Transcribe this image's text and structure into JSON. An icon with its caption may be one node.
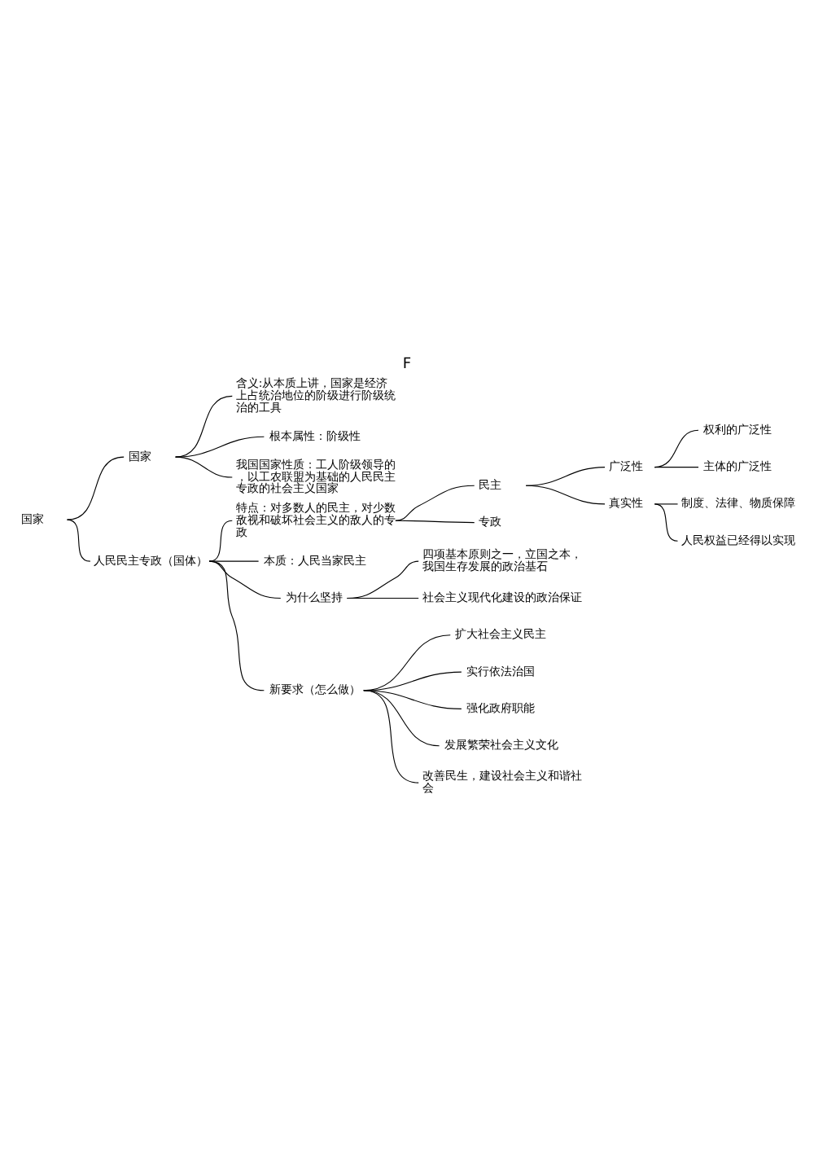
{
  "diagram": {
    "title": "F",
    "nodes": [
      {
        "text": [
          "国家"
        ]
      },
      {
        "text": [
          "国家"
        ]
      },
      {
        "text": [
          "含义:从本质上讲，国家是经济上占统治地位的阶级进行阶级统治的工具"
        ]
      },
      {
        "text": [
          "根本属性：阶级性"
        ]
      },
      {
        "text": [
          "我国国家性质：工人阶级领导的，以工农联盟为基础的人民民主专政的社会主义国家"
        ]
      },
      {
        "text": [
          "人民民主专政（国体）"
        ]
      },
      {
        "text": [
          "特点：对多数人的民主，对少数敌视和破坏社会主义的敌人的专政"
        ]
      },
      {
        "text": [
          "民主"
        ]
      },
      {
        "text": [
          "广泛性"
        ]
      },
      {
        "text": [
          "权利的广泛性"
        ]
      },
      {
        "text": [
          "主体的广泛性"
        ]
      },
      {
        "text": [
          "真实性"
        ]
      },
      {
        "text": [
          "制度、法律、物质保障"
        ]
      },
      {
        "text": [
          "人民权益已经得以实现"
        ]
      },
      {
        "text": [
          "专政"
        ]
      },
      {
        "text": [
          "本质：人民当家民主"
        ]
      },
      {
        "text": [
          "为什么坚持"
        ]
      },
      {
        "text": [
          "四项基本原则之一，立国之本，我国生存发展的政治基石"
        ]
      },
      {
        "text": [
          "社会主义现代化建设的政治保证"
        ]
      },
      {
        "text": [
          "新要求（怎么做）"
        ]
      },
      {
        "text": [
          "扩大社会主义民主"
        ]
      },
      {
        "text": [
          "实行依法治国"
        ]
      },
      {
        "text": [
          "强化政府职能"
        ]
      },
      {
        "text": [
          "发展繁荣社会主义文化"
        ]
      },
      {
        "text": [
          "改善民生，建设社会主义和谐社会"
        ]
      }
    ],
    "edges": [
      {
        "from": 0,
        "to": 1,
        "arrow": "none"
      },
      {
        "from": 0,
        "to": 5,
        "arrow": "none"
      },
      {
        "from": 1,
        "to": 2,
        "arrow": "none"
      },
      {
        "from": 1,
        "to": 3,
        "arrow": "none"
      },
      {
        "from": 1,
        "to": 4,
        "arrow": "none"
      },
      {
        "from": 5,
        "to": 6,
        "arrow": "none"
      },
      {
        "from": 5,
        "to": 15,
        "arrow": "none"
      },
      {
        "from": 5,
        "to": 16,
        "arrow": "none"
      },
      {
        "from": 5,
        "to": 19,
        "arrow": "none"
      },
      {
        "from": 6,
        "to": 7,
        "arrow": "none"
      },
      {
        "from": 6,
        "to": 14,
        "arrow": "none"
      },
      {
        "from": 7,
        "to": 8,
        "arrow": "none"
      },
      {
        "from": 7,
        "to": 11,
        "arrow": "none"
      },
      {
        "from": 8,
        "to": 9,
        "arrow": "none"
      },
      {
        "from": 8,
        "to": 10,
        "arrow": "none"
      },
      {
        "from": 11,
        "to": 12,
        "arrow": "none"
      },
      {
        "from": 11,
        "to": 13,
        "arrow": "none"
      },
      {
        "from": 16,
        "to": 17,
        "arrow": "none"
      },
      {
        "from": 16,
        "to": 18,
        "arrow": "none"
      },
      {
        "from": 19,
        "to": 20,
        "arrow": "none"
      },
      {
        "from": 19,
        "to": 21,
        "arrow": "none"
      },
      {
        "from": 19,
        "to": 22,
        "arrow": "none"
      },
      {
        "from": 19,
        "to": 23,
        "arrow": "none"
      },
      {
        "from": 19,
        "to": 24,
        "arrow": "none"
      }
    ]
  }
}
